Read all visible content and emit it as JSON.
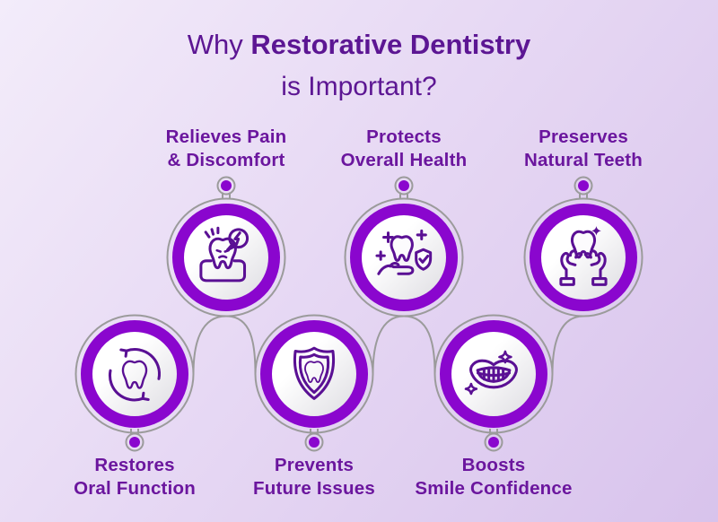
{
  "title": {
    "line1_regular": "Why",
    "line1_bold": "Restorative Dentistry",
    "line2": "is Important?"
  },
  "items": [
    {
      "id": "relieves-pain",
      "row": "top",
      "label_line1": "Relieves Pain",
      "label_line2": "& Discomfort",
      "icon": "tooth-pain-icon"
    },
    {
      "id": "protects-overall-health",
      "row": "top",
      "label_line1": "Protects",
      "label_line2": "Overall Health",
      "icon": "tooth-hand-shield-icon"
    },
    {
      "id": "preserves-natural-teeth",
      "row": "top",
      "label_line1": "Preserves",
      "label_line2": "Natural Teeth",
      "icon": "hands-holding-tooth-icon"
    },
    {
      "id": "restores-oral-function",
      "row": "bottom",
      "label_line1": "Restores",
      "label_line2": "Oral Function",
      "icon": "tooth-refresh-icon"
    },
    {
      "id": "prevents-future-issues",
      "row": "bottom",
      "label_line1": "Prevents",
      "label_line2": "Future Issues",
      "icon": "tooth-shield-icon"
    },
    {
      "id": "boosts-smile-confidence",
      "row": "bottom",
      "label_line1": "Boosts",
      "label_line2": "Smile Confidence",
      "icon": "smile-sparkle-icon"
    }
  ],
  "colors": {
    "accent": "#8A06CE",
    "title_text": "#5C1693",
    "label_text": "#6B169E",
    "icon_stroke": "#5A1094",
    "line_gray": "#9B9B9B",
    "bg_light": "#F3ECFA",
    "bg_mid": "#E7D9F4",
    "bg_dark": "#D8C3EC"
  }
}
